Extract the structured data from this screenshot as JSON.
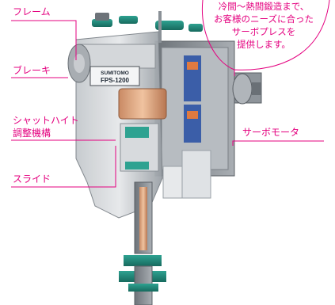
{
  "labels": {
    "frame": "フレーム",
    "brake": "ブレーキ",
    "shut_height_line1": "シャットハイト",
    "shut_height_line2": "調整機構",
    "slide": "スライド",
    "servo_motor": "サーボモータ"
  },
  "callout": {
    "lines": [
      "冷間～熱間鍛造まで、",
      "お客様のニーズに合った",
      "サーボプレスを",
      "提供します。"
    ]
  },
  "nameplate": {
    "brand": "SUMITOMO",
    "model": "FPS-1200"
  },
  "colors": {
    "label": "#e4007f",
    "leader": "#e4007f",
    "frame_gray": "#9aa0a6",
    "accent_green": "#1f8a7a",
    "motor_blue": "#3b5ea8",
    "slide_orange": "#d9a07a"
  }
}
